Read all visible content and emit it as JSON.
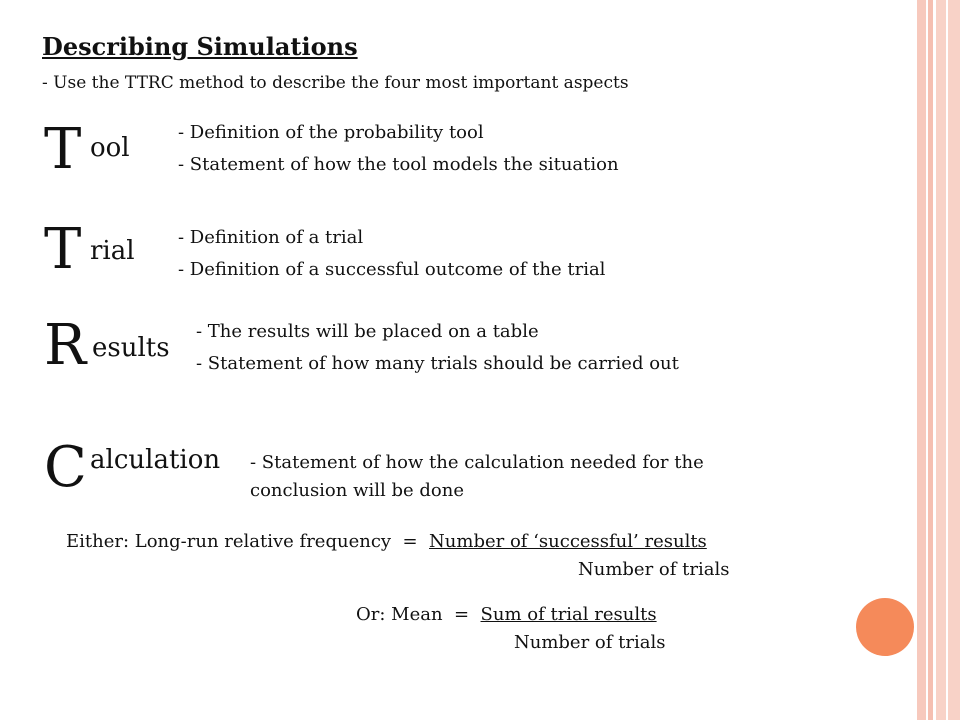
{
  "title": "Describing Simulations",
  "subtitle": "- Use the TTRC method to describe the four most important aspects",
  "sections": [
    {
      "letter": "T",
      "rest": "ool",
      "points": [
        "- Definition of the probability tool",
        "- Statement of how the tool models the situation"
      ]
    },
    {
      "letter": "T",
      "rest": "rial",
      "points": [
        "- Definition of a trial",
        "- Definition of a successful outcome of the trial"
      ]
    },
    {
      "letter": "R",
      "rest": "esults",
      "points": [
        "- The results will be placed on a table",
        "- Statement of how many trials should be carried out"
      ]
    },
    {
      "letter": "C",
      "rest": "alculation",
      "points": [
        "- Statement of how the calculation needed for the",
        "conclusion will be done"
      ]
    }
  ],
  "formula_either": {
    "prefix": "Either: Long-run relative frequency  =  ",
    "numerator": "Number of ‘successful’ results",
    "denominator": "Number of trials"
  },
  "formula_or": {
    "prefix": "Or: Mean  =  ",
    "numerator": "Sum of trial results",
    "denominator": "Number of trials"
  },
  "colors": {
    "accent_dot": "#f58a5a",
    "border": "#f7c9bd"
  }
}
